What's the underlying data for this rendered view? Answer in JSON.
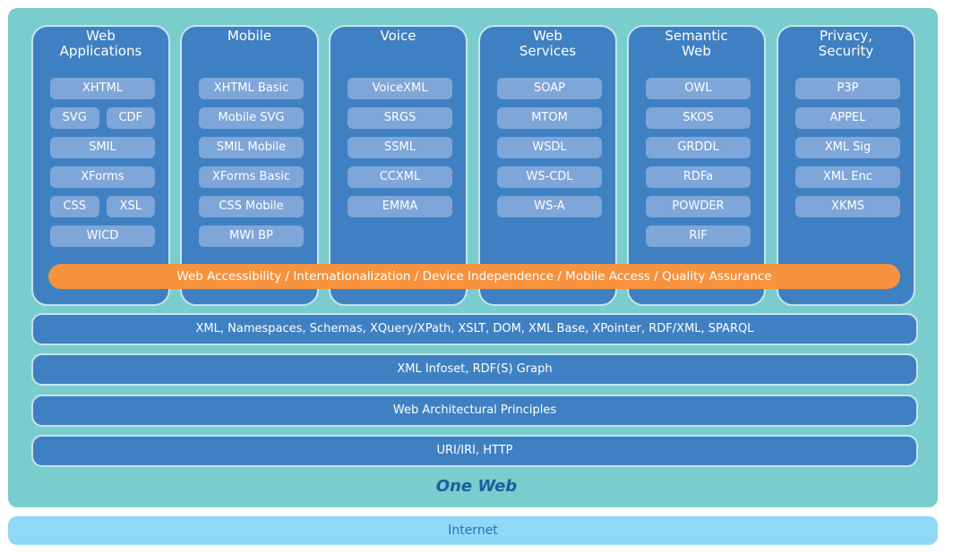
{
  "diagram": {
    "title": "One Web",
    "internet": "Internet",
    "columns": [
      {
        "title": "Web\nApplications",
        "rows": [
          [
            "XHTML"
          ],
          [
            "SVG",
            "CDF"
          ],
          [
            "SMIL"
          ],
          [
            "XForms"
          ],
          [
            "CSS",
            "XSL"
          ],
          [
            "WICD"
          ]
        ]
      },
      {
        "title": "Mobile",
        "rows": [
          [
            "XHTML Basic"
          ],
          [
            "Mobile SVG"
          ],
          [
            "SMIL Mobile"
          ],
          [
            "XForms Basic"
          ],
          [
            "CSS Mobile"
          ],
          [
            "MWI  BP"
          ]
        ]
      },
      {
        "title": "Voice",
        "rows": [
          [
            "VoiceXML"
          ],
          [
            "SRGS"
          ],
          [
            "SSML"
          ],
          [
            "CCXML"
          ],
          [
            "EMMA"
          ]
        ]
      },
      {
        "title": "Web\nServices",
        "rows": [
          [
            "SOAP"
          ],
          [
            "MTOM"
          ],
          [
            "WSDL"
          ],
          [
            "WS-CDL"
          ],
          [
            "WS-A"
          ]
        ]
      },
      {
        "title": "Semantic\nWeb",
        "rows": [
          [
            "OWL"
          ],
          [
            "SKOS"
          ],
          [
            "GRDDL"
          ],
          [
            "RDFa"
          ],
          [
            "POWDER"
          ],
          [
            "RIF"
          ]
        ]
      },
      {
        "title": "Privacy,\nSecurity",
        "rows": [
          [
            "P3P"
          ],
          [
            "APPEL"
          ],
          [
            "XML Sig"
          ],
          [
            "XML Enc"
          ],
          [
            "XKMS"
          ]
        ]
      }
    ],
    "cross_band": "Web Accessibility / Internationalization / Device Independence / Mobile Access / Quality Assurance",
    "layers": [
      "XML, Namespaces, Schemas, XQuery/XPath, XSLT, DOM, XML Base, XPointer, RDF/XML, SPARQL",
      "XML Infoset, RDF(S) Graph",
      "Web Architectural Principles",
      "URI/IRI, HTTP"
    ],
    "colors": {
      "one_web_bg": "#79cdcd",
      "column_bg": "#3f80c2",
      "item_bg": "#7ea6d9",
      "band_bg": "#f7923f",
      "internet_bg": "#8fd9f7"
    }
  }
}
